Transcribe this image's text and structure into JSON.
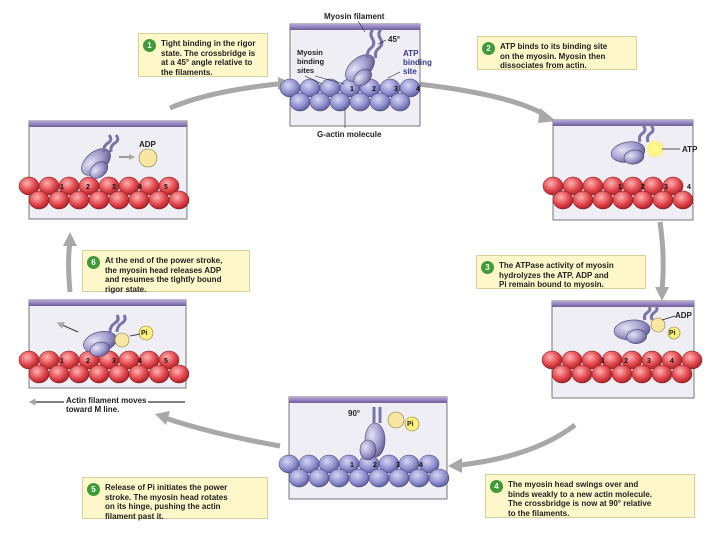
{
  "labels": {
    "myosin_filament": "Myosin filament",
    "myosin_binding_sites": "Myosin\nbinding\nsites",
    "atp_binding_site": "ATP\nbinding\nsite",
    "angle_45": "45°",
    "g_actin": "G-actin molecule",
    "angle_90": "90°",
    "adp": "ADP",
    "atp": "ATP",
    "pi": "Pi",
    "actin_moves": "Actin filament moves\ntoward M line."
  },
  "steps": [
    {
      "num": "1",
      "text": "Tight binding in the rigor\nstate. The crossbridge is\nat a 45° angle relative to\nthe filaments."
    },
    {
      "num": "2",
      "text": "ATP binds to its binding site\non the myosin. Myosin then\ndissociates from actin."
    },
    {
      "num": "3",
      "text": "The ATPase activity of myosin\nhydrolyzes the ATP. ADP and\nPi remain bound to myosin."
    },
    {
      "num": "4",
      "text": "The myosin head swings over and\nbinds weakly to a new actin molecule.\nThe crossbridge is now at 90° relative\nto the filaments."
    },
    {
      "num": "5",
      "text": "Release of Pi initiates the power\nstroke. The myosin head rotates\non its hinge, pushing the actin\nfilament past it."
    },
    {
      "num": "6",
      "text": "At the end of the power stroke,\nthe myosin head releases ADP\nand resumes the tightly bound\nrigor state."
    }
  ],
  "actin_numbers": [
    "1",
    "2",
    "3",
    "4",
    "5"
  ],
  "colors": {
    "actin_red": "#e0444a",
    "actin_top_blue": "#8f8fd0",
    "myosin_purple": "#9c97c9",
    "filament_bar": "#8e7fb8",
    "caption_bg": "#fdf7c9",
    "step_circle": "#3f9b38",
    "arrow_gray": "#a8a8a8",
    "atp_yellow": "#fff27a",
    "adp_yellow": "#f7e7a3"
  }
}
